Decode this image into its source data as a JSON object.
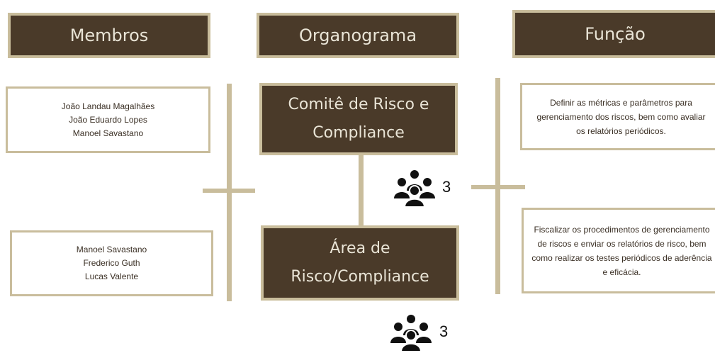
{
  "headers": {
    "membros": "Membros",
    "organograma": "Organograma",
    "funcao": "Função"
  },
  "members": {
    "group1": [
      "João Landau Magalhães",
      "João Eduardo Lopes",
      "Manoel Savastano"
    ],
    "group2": [
      "Manoel Savastano",
      "Frederico Guth",
      "Lucas Valente"
    ]
  },
  "org": {
    "committee_line1": "Comitê de Risco e",
    "committee_line2": "Compliance",
    "committee_count": "3",
    "area_line1": "Área de",
    "area_line2": "Risco/Compliance",
    "area_count": "3"
  },
  "functions": {
    "committee": "Definir as métricas e parâmetros para gerenciamento dos riscos, bem como avaliar os relatórios periódicos.",
    "area": "Fiscalizar os procedimentos de gerenciamento de riscos e enviar os relatórios de risco, bem como realizar os testes periódicos de aderência e eficácia."
  },
  "colors": {
    "dark_brown": "#4a3a29",
    "tan": "#c9bd9c",
    "header_text": "#e9e4d6"
  },
  "icons": [
    "group-icon"
  ]
}
